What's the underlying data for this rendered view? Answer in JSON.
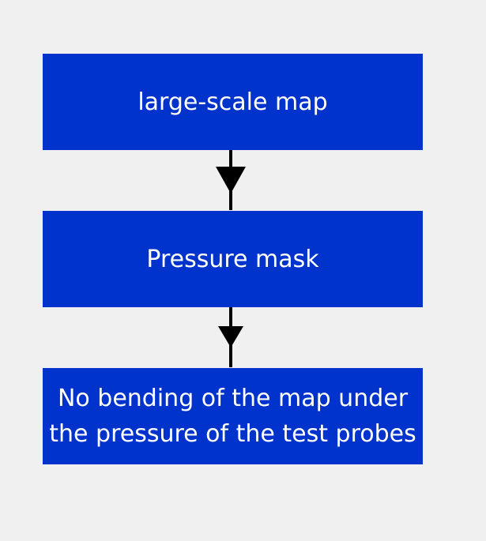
{
  "diagram": {
    "type": "flowchart",
    "direction": "top-to-bottom",
    "colors": {
      "background": "#f0f0f0",
      "node_fill": "#0033cc",
      "node_text": "#ffffff",
      "connector": "#000000"
    },
    "nodes": [
      {
        "id": "n1",
        "label": "large-scale map"
      },
      {
        "id": "n2",
        "label": "Pressure mask"
      },
      {
        "id": "n3",
        "label": "No bending of the map under\nthe pressure of the test probes"
      }
    ],
    "edges": [
      {
        "from": "n1",
        "to": "n2"
      },
      {
        "from": "n2",
        "to": "n3"
      }
    ]
  }
}
